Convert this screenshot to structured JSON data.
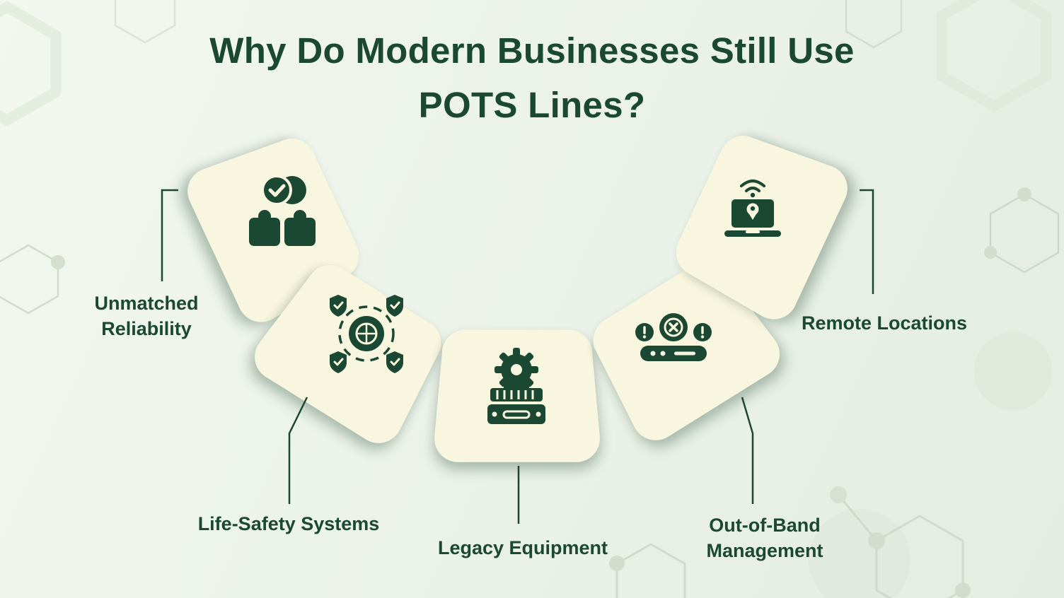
{
  "title": {
    "line1": "Why Do Modern Businesses Still Use",
    "line2": "POTS Lines?"
  },
  "segments": [
    {
      "id": "unmatched-reliability",
      "label": "Unmatched Reliability",
      "icon": "puzzle-check-icon"
    },
    {
      "id": "life-safety-systems",
      "label": "Life-Safety Systems",
      "icon": "shield-network-icon"
    },
    {
      "id": "legacy-equipment",
      "label": "Legacy Equipment",
      "icon": "gear-machine-icon"
    },
    {
      "id": "out-of-band-management",
      "label": "Out-of-Band Management",
      "icon": "router-alert-icon"
    },
    {
      "id": "remote-locations",
      "label": "Remote Locations",
      "icon": "laptop-location-icon"
    }
  ],
  "colors": {
    "background_start": "#f2f7ef",
    "background_end": "#e4ede2",
    "card": "#f8f6de",
    "dark_green": "#1b4832",
    "decor": "#d3dfcf"
  }
}
